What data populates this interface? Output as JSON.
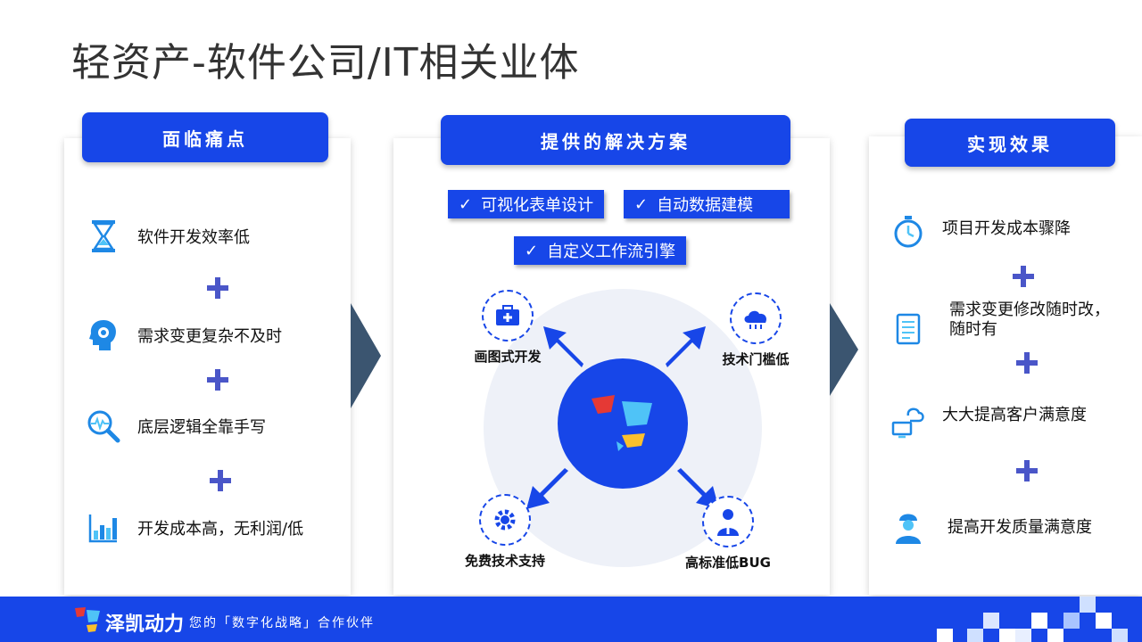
{
  "slide": {
    "title": "轻资产-软件公司/IT相关业体"
  },
  "left": {
    "header": "面临痛点",
    "items": [
      {
        "label": "软件开发效率低",
        "icon": "hourglass-icon"
      },
      {
        "label": "需求变更复杂不及时",
        "icon": "head-gear-icon"
      },
      {
        "label": "底层逻辑全靠手写",
        "icon": "magnifier-pulse-icon"
      },
      {
        "label": "开发成本高，无利润/低",
        "icon": "bar-chart-icon"
      }
    ]
  },
  "middle": {
    "header": "提供的解决方案",
    "checks": [
      "可视化表单设计",
      "自动数据建模",
      "自定义工作流引擎"
    ],
    "check_mark": "✓",
    "nodes": [
      {
        "label": "画图式开发",
        "icon": "toolbox-icon"
      },
      {
        "label": "技术门槛低",
        "icon": "cloud-icon"
      },
      {
        "label": "免费技术支持",
        "icon": "gear-icon"
      },
      {
        "label": "高标准低BUG",
        "icon": "person-info-icon"
      }
    ]
  },
  "right": {
    "header": "实现效果",
    "items": [
      {
        "label": "项目开发成本骤降",
        "icon": "stopwatch-icon"
      },
      {
        "label": "需求变更修改随时改，",
        "label2": "随时有",
        "icon": "document-list-icon"
      },
      {
        "label": "大大提高客户满意度",
        "icon": "cloud-monitor-icon"
      },
      {
        "label": "提高开发质量满意度",
        "icon": "worker-icon"
      }
    ]
  },
  "footer": {
    "brand": "泽凯动力",
    "slogan": "您的「数字化战略」合作伙伴"
  },
  "colors": {
    "accent": "#1746e8",
    "plus": "#4a56c8",
    "chevron": "#3b5570",
    "circle_bg": "#eef1f8"
  }
}
